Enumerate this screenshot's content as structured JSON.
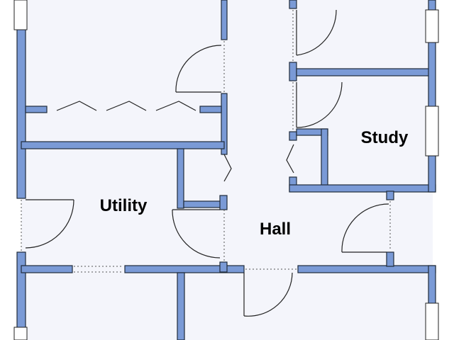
{
  "plan": {
    "colors": {
      "floor": "#f4f5fb",
      "wall": "#7a9ad6",
      "wall_outline": "#1f2b3a",
      "line": "#222222"
    },
    "rooms": [
      {
        "label": "Utility"
      },
      {
        "label": "Hall"
      },
      {
        "label": "Study"
      }
    ]
  }
}
